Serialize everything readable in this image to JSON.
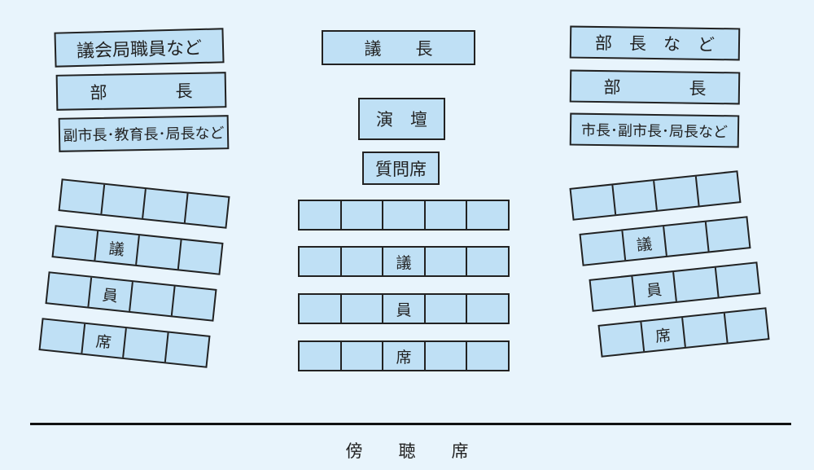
{
  "left": {
    "staff": "議会局職員など",
    "directors": "部　　　　長",
    "executives": "副市長･教育長･局長など"
  },
  "center": {
    "chair": "議　　長",
    "podium": "演　壇",
    "question_seat": "質問席"
  },
  "right": {
    "directors_etc": "部　長　な　ど",
    "directors": "部　　　　長",
    "mayor": "市長･副市長･局長など"
  },
  "member_seats": {
    "labels": [
      "",
      "議",
      "員",
      "席"
    ]
  },
  "gallery": "傍聴席",
  "colors": {
    "background": "#e8f4fc",
    "seat_fill": "#bfe0f5",
    "border": "#222222"
  }
}
